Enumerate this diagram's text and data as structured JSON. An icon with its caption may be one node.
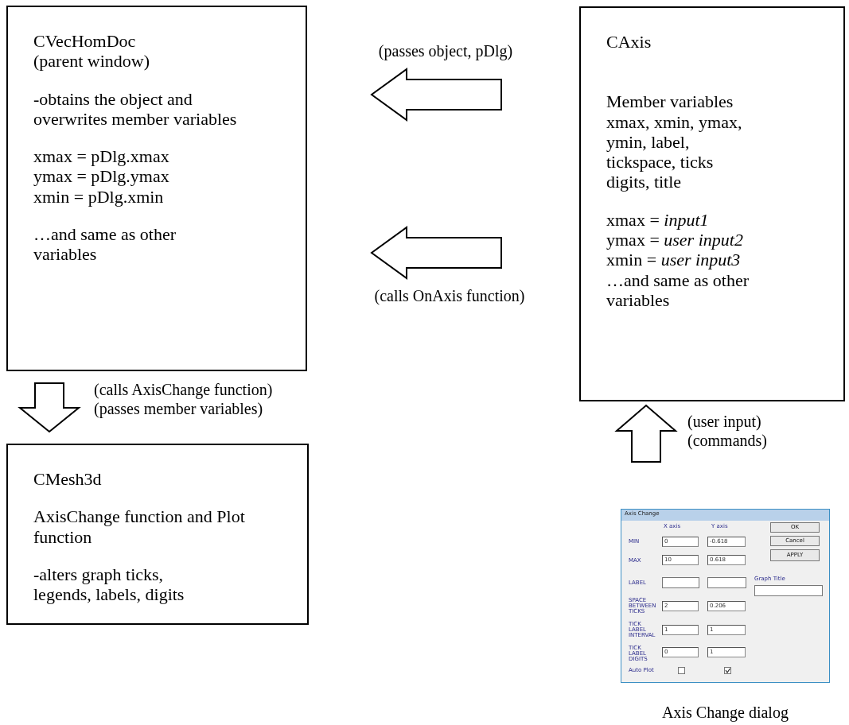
{
  "diagram": {
    "nodes": [
      {
        "text": [
          "CVecHomDoc (parent window)",
          "-obtains the object and overwrites member variables",
          "xmax = pDlg.xmax",
          "ymax = pDlg.ymax",
          "xmin  = pDlg.xmin",
          "…and same as other variables"
        ]
      },
      {
        "text": [
          "CAxis",
          "Member variables xmax, xmin, ymax, ymin, label, tickspace, ticks digits, title",
          "xmax =  *input1*",
          "ymax = *user input2*",
          "xmin = *user input3*",
          "…and same as other variables"
        ]
      },
      {
        "text": [
          "CMesh3d",
          "AxisChange function and Plot function",
          "-alters graph ticks, legends, labels, digits"
        ]
      },
      {
        "text": [],
        "shape": "picture",
        "beside": [
          "Axis Change dialog"
        ]
      }
    ],
    "edges": [
      {
        "from": 1,
        "to": 0,
        "arrow": "to",
        "label": "(passes object, pDlg)"
      },
      {
        "from": 1,
        "to": 0,
        "arrow": "to",
        "label": "(calls OnAxis function)"
      },
      {
        "from": 0,
        "to": 2,
        "arrow": "to",
        "label": "(calls AxisChange function) (passes member variables)"
      },
      {
        "from": 3,
        "to": 1,
        "arrow": "to",
        "label": "(user input) (commands)"
      }
    ],
    "labels": [
      "Axis Change",
      "X axis",
      "Y axis",
      "OK",
      "MIN",
      "0",
      "-0.618",
      "Cancel",
      "MAX",
      "10",
      "0.618",
      "APPLY",
      "LABEL",
      "Graph Title",
      "SPACE BETWEEN TICKS",
      "2",
      "0.206",
      "TICK LABEL INTERVAL",
      "1",
      "1",
      "TICK LABEL DIGITS",
      "0",
      "1",
      "Auto Plot"
    ]
  }
}
